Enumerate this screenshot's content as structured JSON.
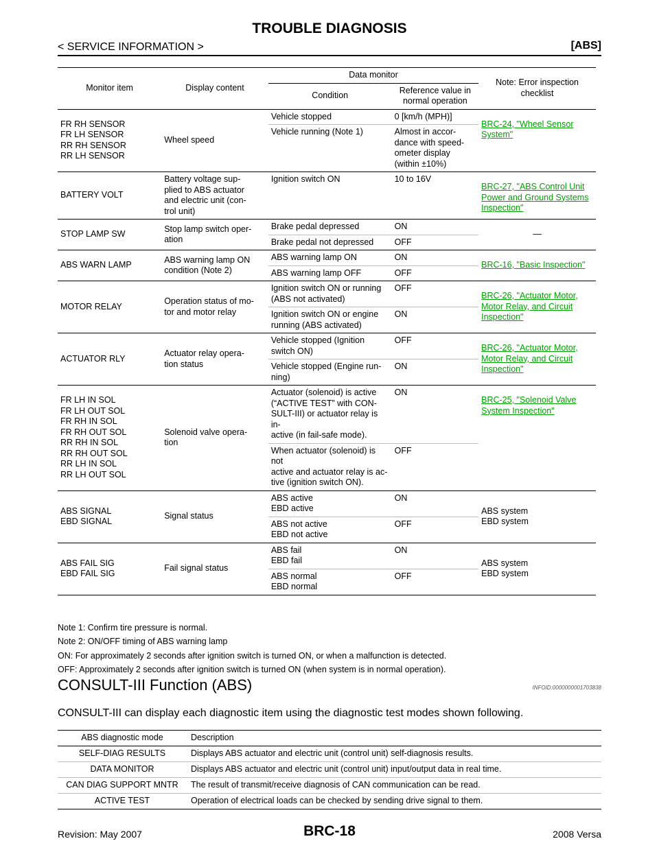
{
  "header": {
    "title": "TROUBLE DIAGNOSIS",
    "section": "< SERVICE INFORMATION >",
    "tag": "[ABS]"
  },
  "monitor_table": {
    "headers": {
      "monitor_item": "Monitor item",
      "display_content": "Display content",
      "data_monitor": "Data monitor",
      "condition": "Condition",
      "reference": "Reference value in normal operation",
      "note": "Note: Error inspection checklist"
    },
    "rows": [
      {
        "item": "FR RH SENSOR\nFR LH SENSOR\nRR RH SENSOR\nRR LH SENSOR",
        "display": "Wheel speed",
        "conditions": [
          {
            "condition": "Vehicle stopped",
            "value": "0 [km/h (MPH)]"
          },
          {
            "condition": "Vehicle running (Note 1)",
            "value": "Almost in accor-\ndance with speed-\nometer display\n(within ±10%)"
          }
        ],
        "note": "BRC-24, \"Wheel Sensor System\""
      },
      {
        "item": "BATTERY VOLT",
        "display": "Battery voltage sup-\nplied to ABS actuator\nand electric unit (con-\ntrol unit)",
        "conditions": [
          {
            "condition": "Ignition switch  ON",
            "value": "10 to 16V"
          }
        ],
        "note": "BRC-27, \"ABS Control Unit Power and Ground Systems Inspection\""
      },
      {
        "item": "STOP LAMP SW",
        "display": "Stop lamp switch oper-\nation",
        "conditions": [
          {
            "condition": "Brake pedal depressed",
            "value": "ON"
          },
          {
            "condition": "Brake pedal not depressed",
            "value": "OFF"
          }
        ],
        "note": "—"
      },
      {
        "item": "ABS WARN LAMP",
        "display": "ABS warning lamp ON\ncondition (Note 2)",
        "conditions": [
          {
            "condition": "ABS warning lamp ON",
            "value": "ON"
          },
          {
            "condition": "ABS warning lamp OFF",
            "value": "OFF"
          }
        ],
        "note": "BRC-16, \"Basic Inspection\""
      },
      {
        "item": "MOTOR RELAY",
        "display": "Operation status of mo-\ntor and motor relay",
        "conditions": [
          {
            "condition": "Ignition switch  ON or running\n(ABS not activated)",
            "value": "OFF"
          },
          {
            "condition": "Ignition switch ON or engine\nrunning (ABS activated)",
            "value": "ON"
          }
        ],
        "note": "BRC-26, \"Actuator Motor, Motor Relay, and Circuit Inspection\""
      },
      {
        "item": "ACTUATOR RLY",
        "display": "Actuator relay opera-\ntion status",
        "conditions": [
          {
            "condition": "Vehicle stopped (Ignition\nswitch  ON)",
            "value": "OFF"
          },
          {
            "condition": "Vehicle stopped (Engine run-\nning)",
            "value": "ON"
          }
        ],
        "note": "BRC-26, \"Actuator Motor, Motor Relay, and Circuit Inspection\""
      },
      {
        "item": "FR LH IN SOL\nFR LH OUT SOL\nFR RH IN SOL\nFR RH OUT SOL\nRR RH IN SOL\nRR RH OUT SOL\nRR LH IN SOL\nRR LH OUT SOL",
        "display": "Solenoid valve opera-\ntion",
        "conditions": [
          {
            "condition": "Actuator (solenoid) is active\n(“ACTIVE TEST” with CON-\nSULT-III) or actuator relay is in-\nactive (in fail-safe mode).",
            "value": "ON"
          },
          {
            "condition": "When actuator (solenoid) is not\nactive and actuator relay is ac-\ntive (ignition switch ON).",
            "value": "OFF"
          }
        ],
        "note": "BRC-25, \"Solenoid Valve System Inspection\""
      },
      {
        "item": "ABS SIGNAL\nEBD SIGNAL",
        "display": "Signal status",
        "conditions": [
          {
            "condition": "ABS active\nEBD active",
            "value": "ON"
          },
          {
            "condition": "ABS not active\nEBD not active",
            "value": "OFF"
          }
        ],
        "note": "ABS system\nEBD system"
      },
      {
        "item": "ABS FAIL SIG\nEBD FAIL SIG",
        "display": "Fail signal status",
        "conditions": [
          {
            "condition": "ABS fail\nEBD fail",
            "value": "ON"
          },
          {
            "condition": "ABS normal\nEBD normal",
            "value": "OFF"
          }
        ],
        "note": "ABS system\nEBD system"
      }
    ]
  },
  "notes": [
    "Note 1: Confirm tire pressure is normal.",
    "Note 2: ON/OFF timing of ABS warning lamp",
    "ON: For approximately  2  seconds after ignition switch is turned ON, or when a malfunction is detected.",
    "OFF: Approximately  2  seconds after ignition switch is turned ON (when system is in normal operation)."
  ],
  "section": {
    "title": "CONSULT-III Function (ABS)",
    "infoid": "INFOID:0000000001703838",
    "intro": "CONSULT-III can display each diagnostic item using the diagnostic test modes shown following."
  },
  "consult_table": {
    "headers": {
      "mode": "ABS diagnostic mode",
      "description": "Description"
    },
    "rows": [
      {
        "mode": "SELF-DIAG RESULTS",
        "description": "Displays ABS actuator and electric unit (control unit) self-diagnosis results."
      },
      {
        "mode": "DATA MONITOR",
        "description": "Displays ABS actuator and electric unit (control unit) input/output data in real time."
      },
      {
        "mode": "CAN DIAG SUPPORT MNTR",
        "description": "The result of transmit/receive diagnosis of CAN communication can be read."
      },
      {
        "mode": "ACTIVE TEST",
        "description": "Operation of electrical loads can be checked by sending drive signal to them."
      }
    ]
  },
  "footer": {
    "revision": "Revision: May 2007",
    "page": "BRC-18",
    "model": "2008 Versa"
  }
}
